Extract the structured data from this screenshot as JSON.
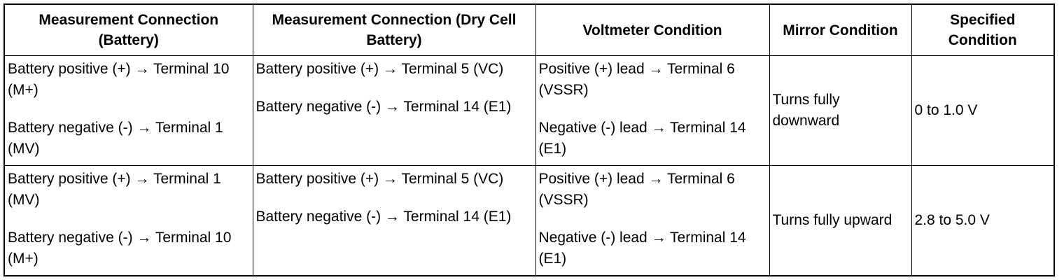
{
  "headers": [
    "Measurement Connection (Battery)",
    "Measurement Connection (Dry Cell Battery)",
    "Voltmeter Condition",
    "Mirror Condition",
    "Specified Condition"
  ],
  "rows": [
    {
      "battery": [
        "Battery positive (+) → Terminal 10 (M+)",
        "Battery negative (-) → Terminal 1 (MV)"
      ],
      "dry_cell": [
        "Battery positive (+) → Terminal 5 (VC)",
        "Battery negative (-) → Terminal 14 (E1)"
      ],
      "voltmeter": [
        "Positive (+) lead → Terminal 6 (VSSR)",
        "Negative (-) lead → Terminal 14 (E1)"
      ],
      "mirror": "Turns fully downward",
      "specified": "0 to 1.0 V"
    },
    {
      "battery": [
        "Battery positive (+) → Terminal 1 (MV)",
        "Battery negative (-) → Terminal 10 (M+)"
      ],
      "dry_cell": [
        "Battery positive (+) → Terminal 5 (VC)",
        "Battery negative (-) → Terminal 14 (E1)"
      ],
      "voltmeter": [
        "Positive (+) lead → Terminal 6 (VSSR)",
        "Negative (-) lead → Terminal 14 (E1)"
      ],
      "mirror": "Turns fully upward",
      "specified": "2.8 to 5.0 V"
    }
  ]
}
